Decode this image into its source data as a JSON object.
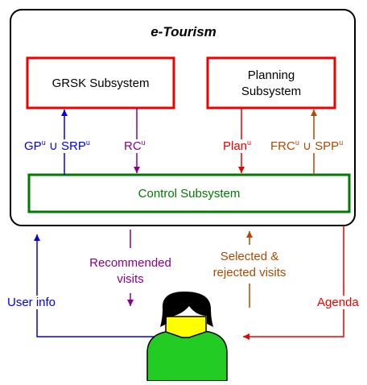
{
  "title": "e-Tourism",
  "boxes": {
    "grsk": "GRSK Subsystem",
    "planning_line1": "Planning",
    "planning_line2": "Subsystem",
    "control": "Control Subsystem"
  },
  "flows": {
    "gp": "GP",
    "union_symbol": "∪",
    "srp": "SRP",
    "rc": "RC",
    "plan": "Plan",
    "frc": "FRC",
    "spp": "SPP",
    "superscript": "u",
    "recommended_line1": "Recommended",
    "recommended_line2": "visits",
    "selected_line1": "Selected &",
    "selected_line2": "rejected visits",
    "user_info": "User info",
    "agenda": "Agenda"
  },
  "colors": {
    "blue": "#0000ee",
    "purple": "#8b008b",
    "red": "#ee0000",
    "brown": "#b04a00",
    "green": "#007a00",
    "user_body": "#22cc22",
    "user_face": "#ffff00"
  }
}
